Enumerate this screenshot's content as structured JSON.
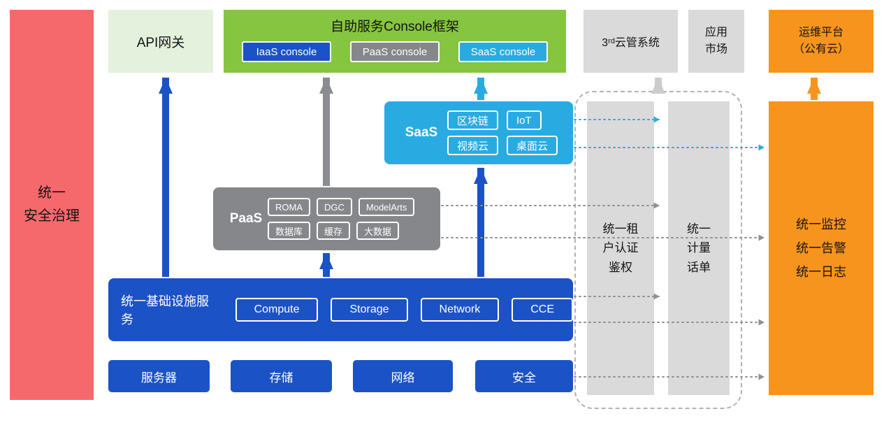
{
  "colors": {
    "red": "#F5696C",
    "pale_green": "#E3F1DD",
    "green": "#85C540",
    "blue": "#1B52C6",
    "gray": "#85878A",
    "cyan": "#29ABE2",
    "light_gray": "#DADADA",
    "orange": "#F7941D"
  },
  "security_bar": {
    "label": "统一\n安全治理"
  },
  "api_gateway": {
    "label": "API网关"
  },
  "console": {
    "title": "自助服务Console框架",
    "items": [
      "IaaS console",
      "PaaS console",
      "SaaS console"
    ]
  },
  "third_cloud": {
    "label": "3ʳᵈ云管系统"
  },
  "app_market": {
    "label": "应用\n市场"
  },
  "ops_platform": {
    "label": "运维平台\n（公有云）"
  },
  "saas": {
    "label": "SaaS",
    "items": [
      "区块链",
      "IoT",
      "视频云",
      "桌面云"
    ]
  },
  "paas": {
    "label": "PaaS",
    "items": [
      "ROMA",
      "DGC",
      "ModelArts",
      "数据库",
      "缓存",
      "大数据"
    ]
  },
  "infra": {
    "label": "统一基础设施服务",
    "items": [
      "Compute",
      "Storage",
      "Network",
      "CCE"
    ]
  },
  "hardware": {
    "items": [
      "服务器",
      "存储",
      "网络",
      "安全"
    ]
  },
  "auth_bar": {
    "label": "统一租\n户认证\n鉴权"
  },
  "billing_bar": {
    "label": "统一\n计量\n话单"
  },
  "monitor_bar": {
    "label": "统一监控\n统一告警\n统一日志"
  }
}
